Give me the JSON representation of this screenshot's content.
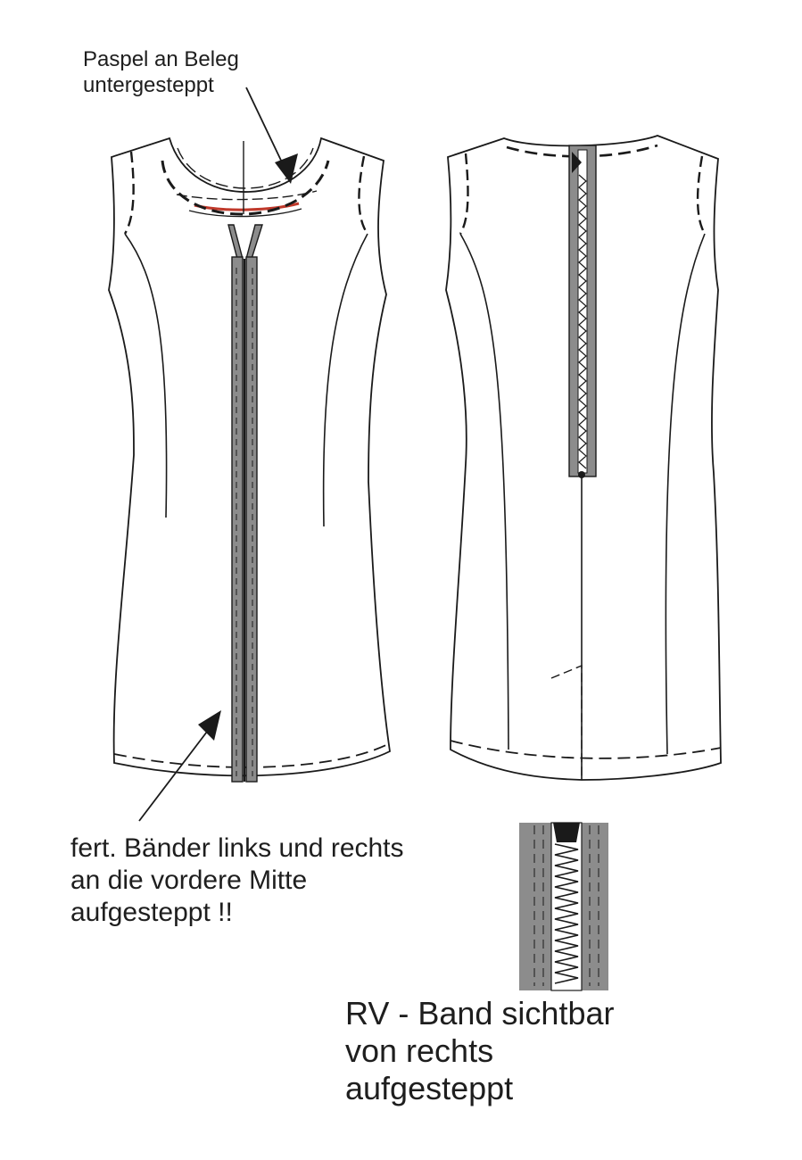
{
  "annotations": {
    "piping_note": {
      "line1": "Paspel an Beleg",
      "line2": "untergesteppt"
    },
    "tapes_note": {
      "line1": "fert. Bänder links und rechts",
      "line2": "an die vordere Mitte",
      "line3": "aufgesteppt !!"
    },
    "zipper_note": {
      "line1": "RV - Band sichtbar",
      "line2": "von rechts",
      "line3": "aufgesteppt"
    }
  },
  "colors": {
    "outline": "#1a1a1a",
    "tape": "#8c8c8c",
    "piping": "#c0392b",
    "background": "#ffffff"
  }
}
